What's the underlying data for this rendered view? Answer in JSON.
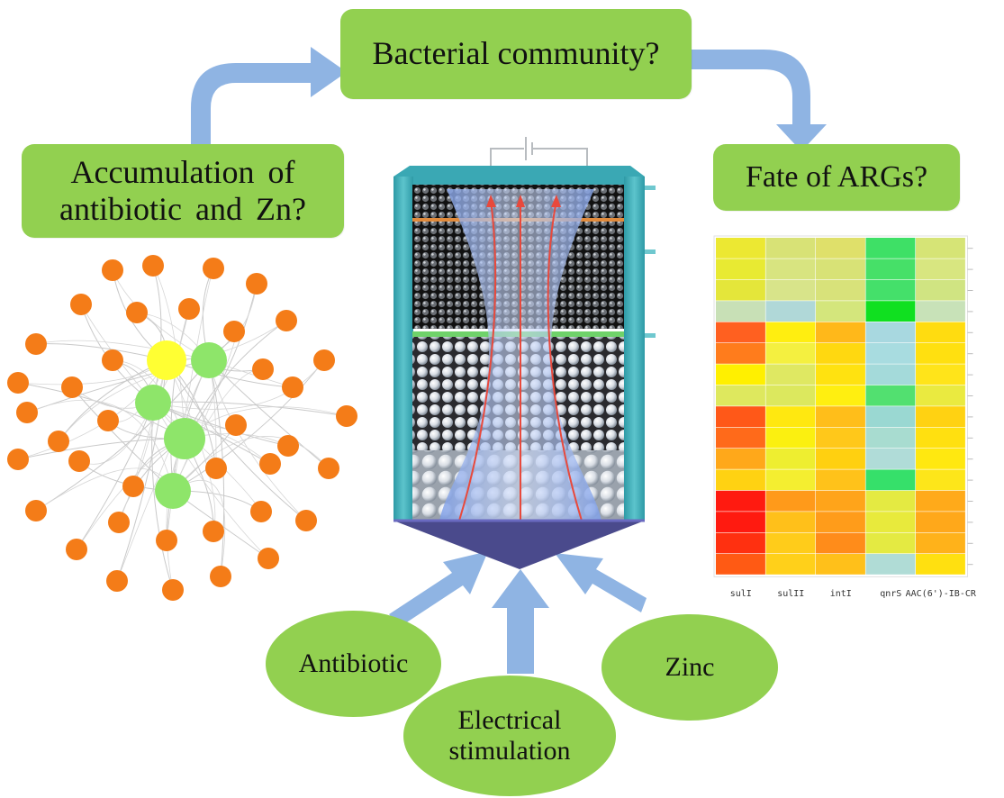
{
  "boxes": {
    "bacterial": "Bacterial community?",
    "fate": "Fate of ARGs?",
    "accum_line1": "Accumulation of",
    "accum_line2": "antibiotic and Zn?"
  },
  "inputs": {
    "antibiotic": "Antibiotic",
    "electrical_line1": "Electrical",
    "electrical_line2": "stimulation",
    "zinc": "Zinc"
  },
  "heatmap": {
    "columns": [
      "sulI",
      "sulII",
      "intI",
      "qnrS",
      "AAC(6')-IB-CR"
    ],
    "cells": [
      [
        "#ece832",
        "#d8e276",
        "#dfe06a",
        "#3ee066",
        "#d6e476"
      ],
      [
        "#e8ea32",
        "#d8e480",
        "#d8e276",
        "#46e068",
        "#d8e680"
      ],
      [
        "#e4e63a",
        "#d8e48a",
        "#d8e27a",
        "#44e06a",
        "#d0e482"
      ],
      [
        "#c8e0b6",
        "#b0d8d8",
        "#d4e67c",
        "#10e020",
        "#c8e2b8"
      ],
      [
        "#ff6020",
        "#ffee10",
        "#ffb81a",
        "#a8d8e0",
        "#ffdc10"
      ],
      [
        "#ff7c1c",
        "#f4f040",
        "#ffd810",
        "#a8dce0",
        "#ffe010"
      ],
      [
        "#fff000",
        "#dfe862",
        "#ffe210",
        "#a4dada",
        "#ffe41a"
      ],
      [
        "#dee85e",
        "#dce85e",
        "#ffef10",
        "#52e070",
        "#eaea40"
      ],
      [
        "#ff5818",
        "#ffe810",
        "#ffbe1a",
        "#9ad8d2",
        "#ffd212"
      ],
      [
        "#ff6a1a",
        "#fbf010",
        "#ffc81a",
        "#a8dcd0",
        "#ffe010"
      ],
      [
        "#ffa81a",
        "#eeee30",
        "#ffd010",
        "#b0dcd8",
        "#ffe810"
      ],
      [
        "#ffd212",
        "#f4ee30",
        "#ffc21a",
        "#36e06a",
        "#fde61a"
      ],
      [
        "#ff1a10",
        "#ff9a1a",
        "#ffa41a",
        "#e4ea42",
        "#ffaa1a"
      ],
      [
        "#ff1a10",
        "#ffc01a",
        "#ff9c1a",
        "#e8ea3c",
        "#ffa81a"
      ],
      [
        "#ff3010",
        "#ffcc1a",
        "#ff8c1a",
        "#e4ea42",
        "#ffb21a"
      ],
      [
        "#ff5a14",
        "#ffd01a",
        "#ffc01a",
        "#b0dcd6",
        "#ffe010"
      ]
    ]
  },
  "network": {
    "center_colors": {
      "yellow": "#ffff33",
      "green": "#8ee56a"
    },
    "node_color": "#f47c18"
  },
  "colors": {
    "box_green": "#92d050",
    "arrow_blue": "#8fb4e3",
    "reactor_teal": "#4fb8c0",
    "cone_purple": "#4a4a8c"
  }
}
